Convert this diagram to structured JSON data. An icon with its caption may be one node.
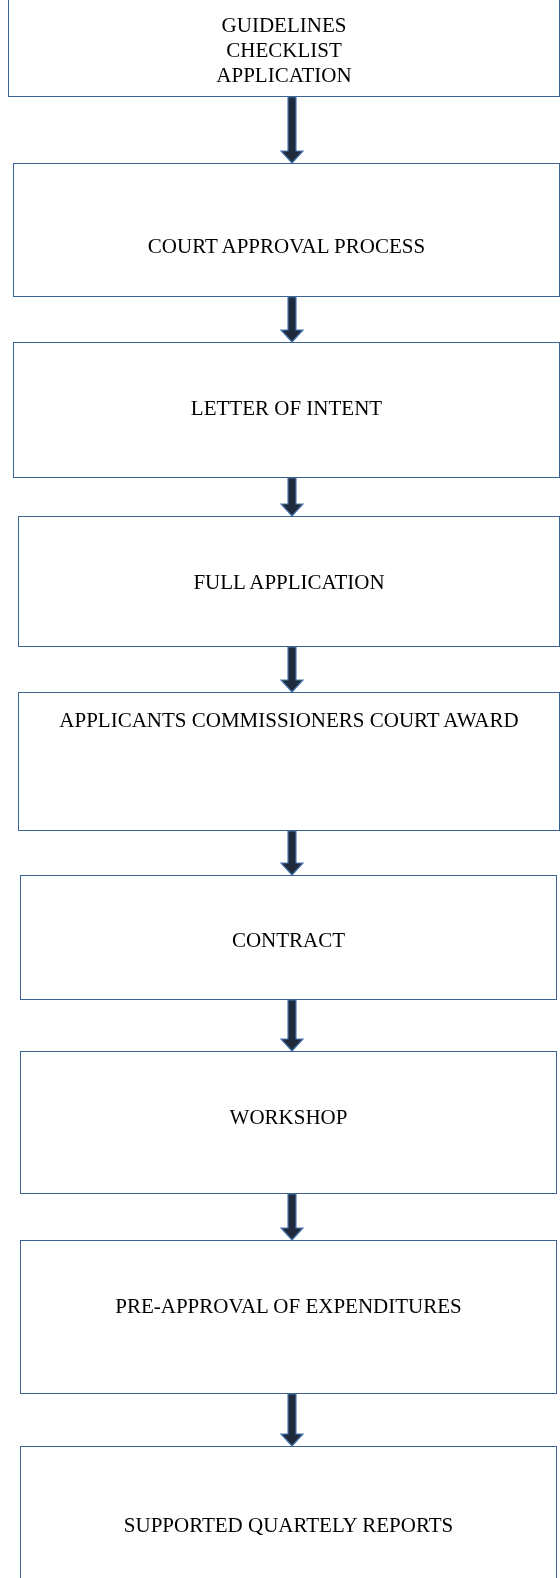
{
  "diagram": {
    "nodes": [
      {
        "text": [
          "GUIDELINES",
          "CHECKLIST",
          "APPLICATION"
        ]
      },
      {
        "text": [
          "COURT APPROVAL PROCESS"
        ]
      },
      {
        "text": [
          "LETTER OF INTENT"
        ]
      },
      {
        "text": [
          "FULL APPLICATION"
        ]
      },
      {
        "text": [
          "APPLICANTS COMMISSIONERS COURT AWARD"
        ]
      },
      {
        "text": [
          "CONTRACT"
        ]
      },
      {
        "text": [
          "WORKSHOP"
        ]
      },
      {
        "text": [
          "PRE-APPROVAL OF EXPENDITURES"
        ]
      },
      {
        "text": [
          "SUPPORTED QUARTELY REPORTS"
        ]
      }
    ],
    "edges": [
      {
        "from": 0,
        "to": 1,
        "arrow": "to"
      },
      {
        "from": 1,
        "to": 2,
        "arrow": "to"
      },
      {
        "from": 2,
        "to": 3,
        "arrow": "to"
      },
      {
        "from": 3,
        "to": 4,
        "arrow": "to"
      },
      {
        "from": 4,
        "to": 5,
        "arrow": "to"
      },
      {
        "from": 5,
        "to": 6,
        "arrow": "to"
      },
      {
        "from": 6,
        "to": 7,
        "arrow": "to"
      },
      {
        "from": 7,
        "to": 8,
        "arrow": "to"
      }
    ]
  }
}
